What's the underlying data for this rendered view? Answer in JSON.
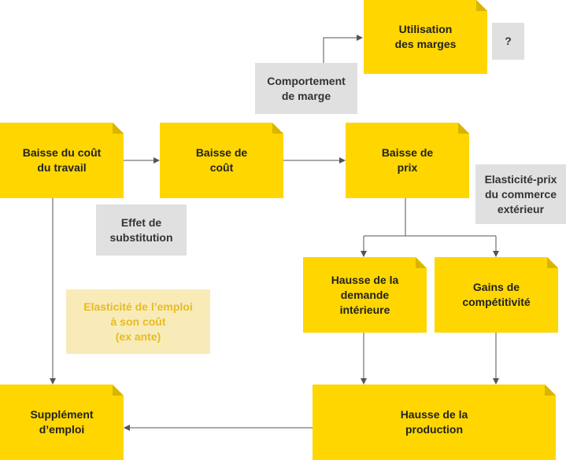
{
  "colors": {
    "node_fill": "#ffd600",
    "note_fill": "#e0e0e0",
    "highlight_fill": "#f8ebb8",
    "highlight_text": "#e6bc22",
    "arrow": "#555555"
  },
  "nodes": {
    "baisse_cout_travail": "Baisse du coût\ndu travail",
    "baisse_cout": "Baisse de\ncoût",
    "baisse_prix": "Baisse de\nprix",
    "utilisation_marges": "Utilisation\ndes marges",
    "hausse_demande": "Hausse de la\ndemande\nintérieure",
    "gains_competitivite": "Gains de\ncompétitivité",
    "hausse_production": "Hausse de la\nproduction",
    "supplement_emploi": "Supplément\nd’emploi"
  },
  "notes": {
    "question": "?",
    "comportement_marge": "Comportement\nde marge",
    "effet_substitution": "Effet de\nsubstitution",
    "elasticite_prix": "Elasticité-prix\ndu commerce\nextérieur",
    "elasticite_emploi": "Elasticité de l’emploi\nà son coût\n(ex ante)"
  }
}
